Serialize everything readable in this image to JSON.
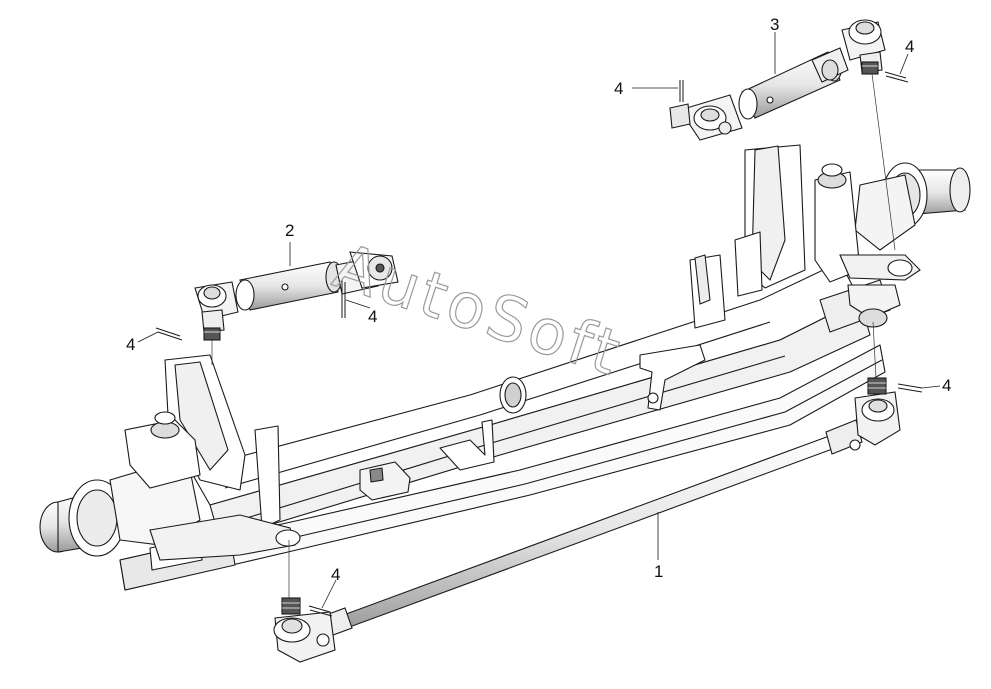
{
  "diagram": {
    "callouts": [
      {
        "id": "c1",
        "label": "1"
      },
      {
        "id": "c2",
        "label": "2"
      },
      {
        "id": "c3",
        "label": "3"
      },
      {
        "id": "c4a",
        "label": "4"
      },
      {
        "id": "c4b",
        "label": "4"
      },
      {
        "id": "c4c",
        "label": "4"
      },
      {
        "id": "c4d",
        "label": "4"
      },
      {
        "id": "c4e",
        "label": "4"
      },
      {
        "id": "c4f",
        "label": "4"
      }
    ],
    "watermark": "AutoSoft"
  },
  "colors": {
    "line": "#1a1a1a",
    "fill_light": "#f4f4f4",
    "fill_mid": "#d8d8d8",
    "fill_dark": "#555555"
  }
}
